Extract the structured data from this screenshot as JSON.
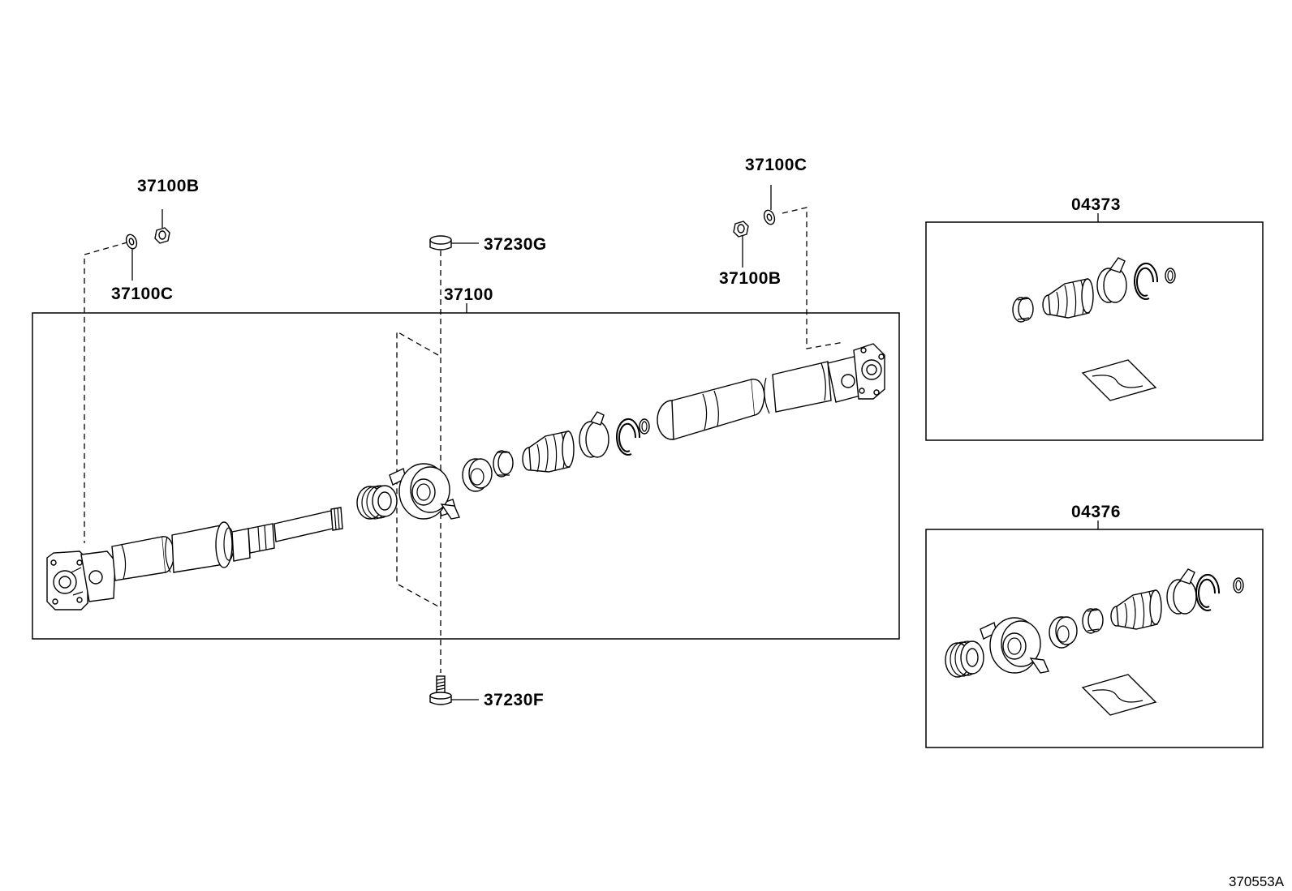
{
  "labels": {
    "nut_left": "37100B",
    "washer_left": "37100C",
    "washer_right": "37100C",
    "nut_right": "37100B",
    "cushion_top": "37230G",
    "shaft_assy": "37100",
    "bolt_bottom": "37230F",
    "kit_upper": "04373",
    "kit_lower": "04376"
  },
  "diagram_code": "370553A"
}
